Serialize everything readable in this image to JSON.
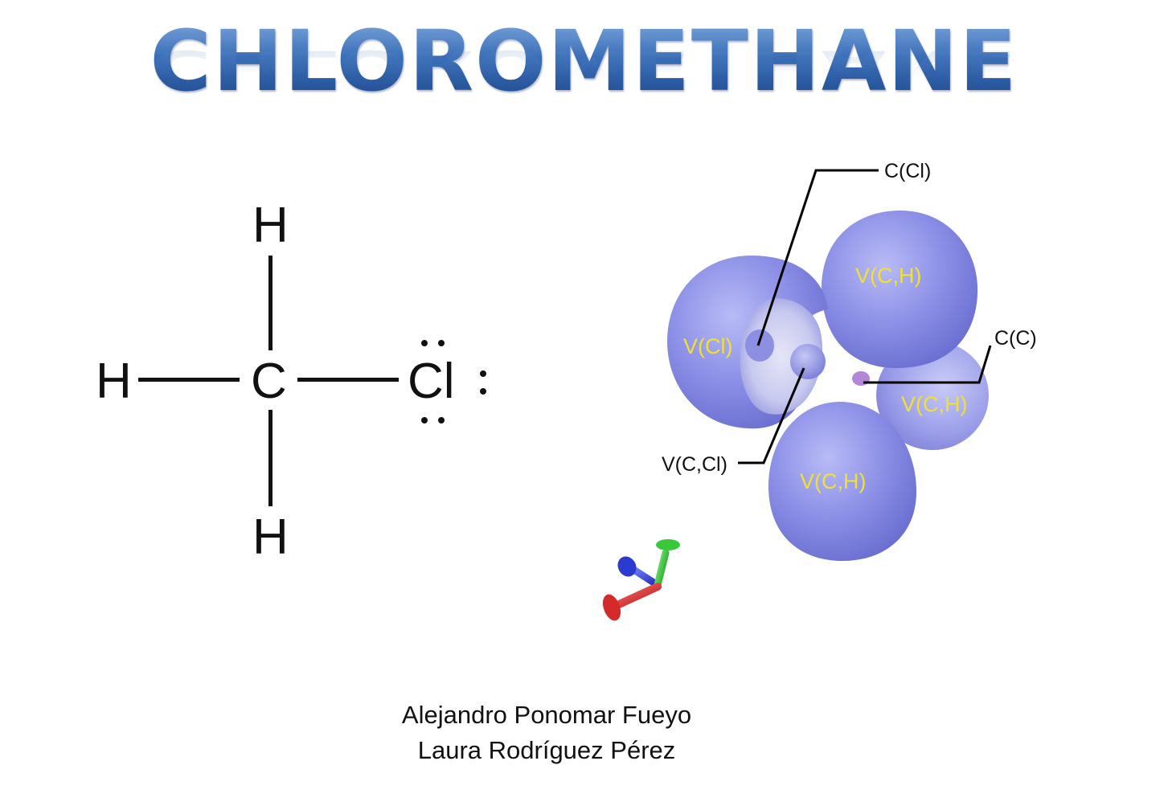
{
  "title": "CHLOROMETHANE",
  "lewis": {
    "atoms": {
      "top": "H",
      "left": "H",
      "center": "C",
      "right": "Cl",
      "bottom": "H"
    },
    "lone_pair_glyph": ":"
  },
  "basins": {
    "v_cl": "V(Cl)",
    "v_ch_top": "V(C,H)",
    "v_ch_right": "V(C,H)",
    "v_ch_bottom": "V(C,H)"
  },
  "callouts": {
    "c_cl": "C(Cl)",
    "c_c": "C(C)",
    "v_c_cl": "V(C,Cl)"
  },
  "authors": [
    "Alejandro Ponomar Fueyo",
    "Laura Rodríguez Pérez"
  ],
  "colors": {
    "title": "#2f5fa5",
    "basin": "#8a8ee6",
    "basin_label": "#f0e030",
    "axis_x": "#e03030",
    "axis_y": "#30c030",
    "axis_z": "#3040d0"
  }
}
